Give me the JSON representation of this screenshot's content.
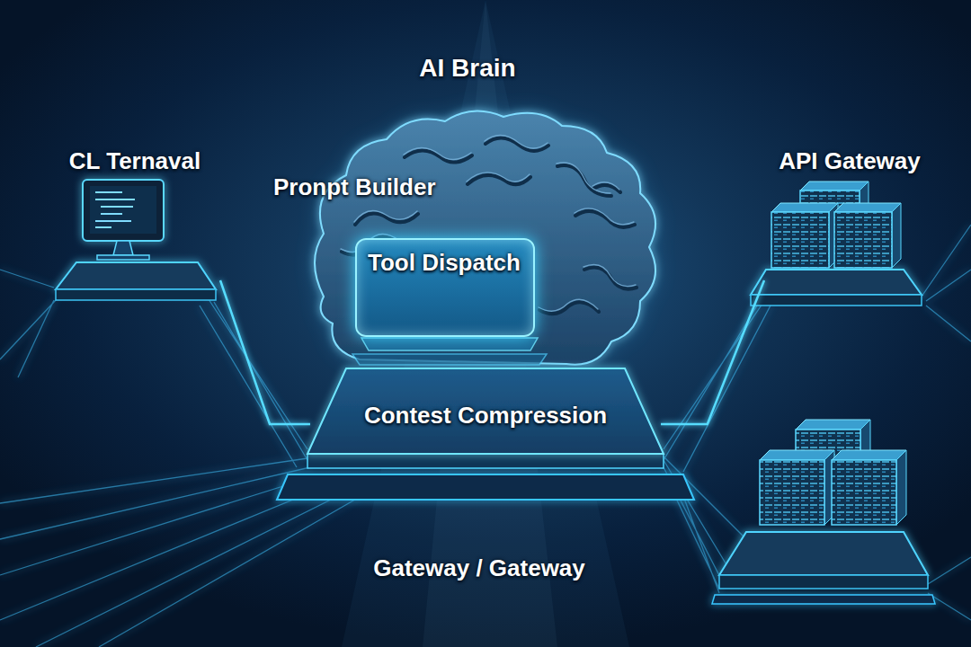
{
  "diagram": {
    "nodes": [
      {
        "text": [
          "AI Brain",
          "Pronpt Builder"
        ]
      },
      {
        "text": [
          "Tool Dispatch"
        ],
        "in": 0
      },
      {
        "text": [
          "CL Ternaval"
        ]
      },
      {
        "text": [
          "API Gateway"
        ]
      },
      {
        "text": [
          "Contest Compression"
        ]
      }
    ],
    "edges": [
      {
        "from": 2,
        "to": 4,
        "arrow": "none"
      },
      {
        "from": 3,
        "to": 4,
        "arrow": "none"
      }
    ],
    "labels": [
      "Gateway / Gateway"
    ]
  }
}
